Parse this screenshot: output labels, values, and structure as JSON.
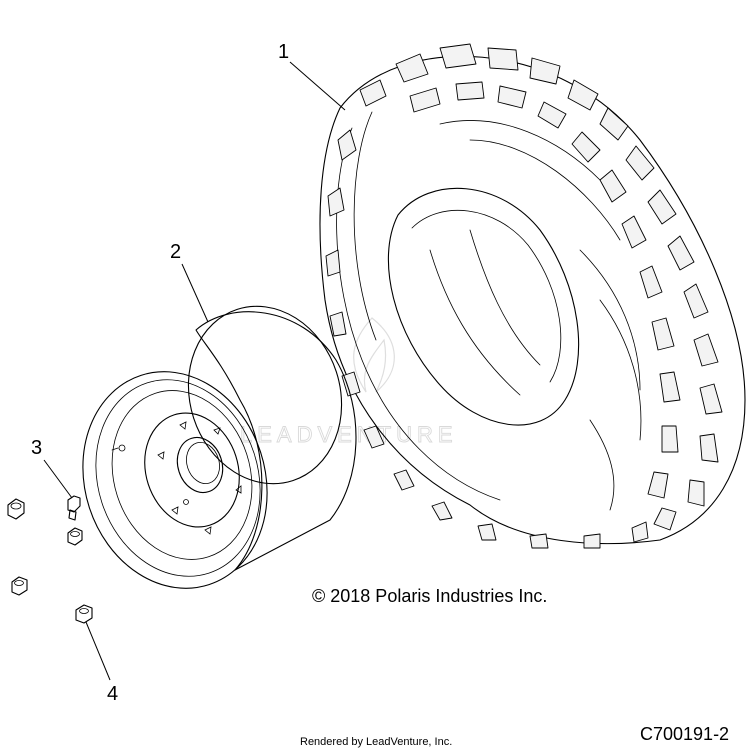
{
  "diagram": {
    "callouts": [
      {
        "id": "1",
        "label": "1"
      },
      {
        "id": "2",
        "label": "2"
      },
      {
        "id": "3",
        "label": "3"
      },
      {
        "id": "4",
        "label": "4"
      }
    ],
    "copyright": "© 2018 Polaris Industries Inc.",
    "rendered_by": "Rendered by LeadVenture, Inc.",
    "figure_id": "C700191-2",
    "watermark": "LEADVENTURE"
  }
}
